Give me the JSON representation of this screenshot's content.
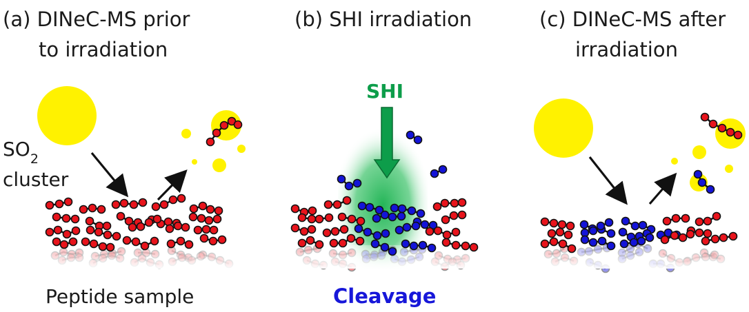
{
  "panels": {
    "a": {
      "caption_line1": "(a)  DINeC-MS prior",
      "caption_line2": "to irradiation",
      "cluster_label_main": "SO",
      "cluster_label_sub": "2",
      "cluster_label_line2": "cluster",
      "sample_label": "Peptide sample"
    },
    "b": {
      "caption_line1": "(b)  SHI irradiation",
      "beam_label": "SHI",
      "cleavage_label": "Cleavage"
    },
    "c": {
      "caption_line1": "(c)  DINeC-MS after",
      "caption_line2": "irradiation"
    }
  },
  "colors": {
    "intact_atom": "#e8141c",
    "fragment_atom": "#1414d8",
    "cluster": "#fff200",
    "beam": "#0d9d4a",
    "cleavage_text": "#1717d9",
    "arrow": "#111111"
  }
}
